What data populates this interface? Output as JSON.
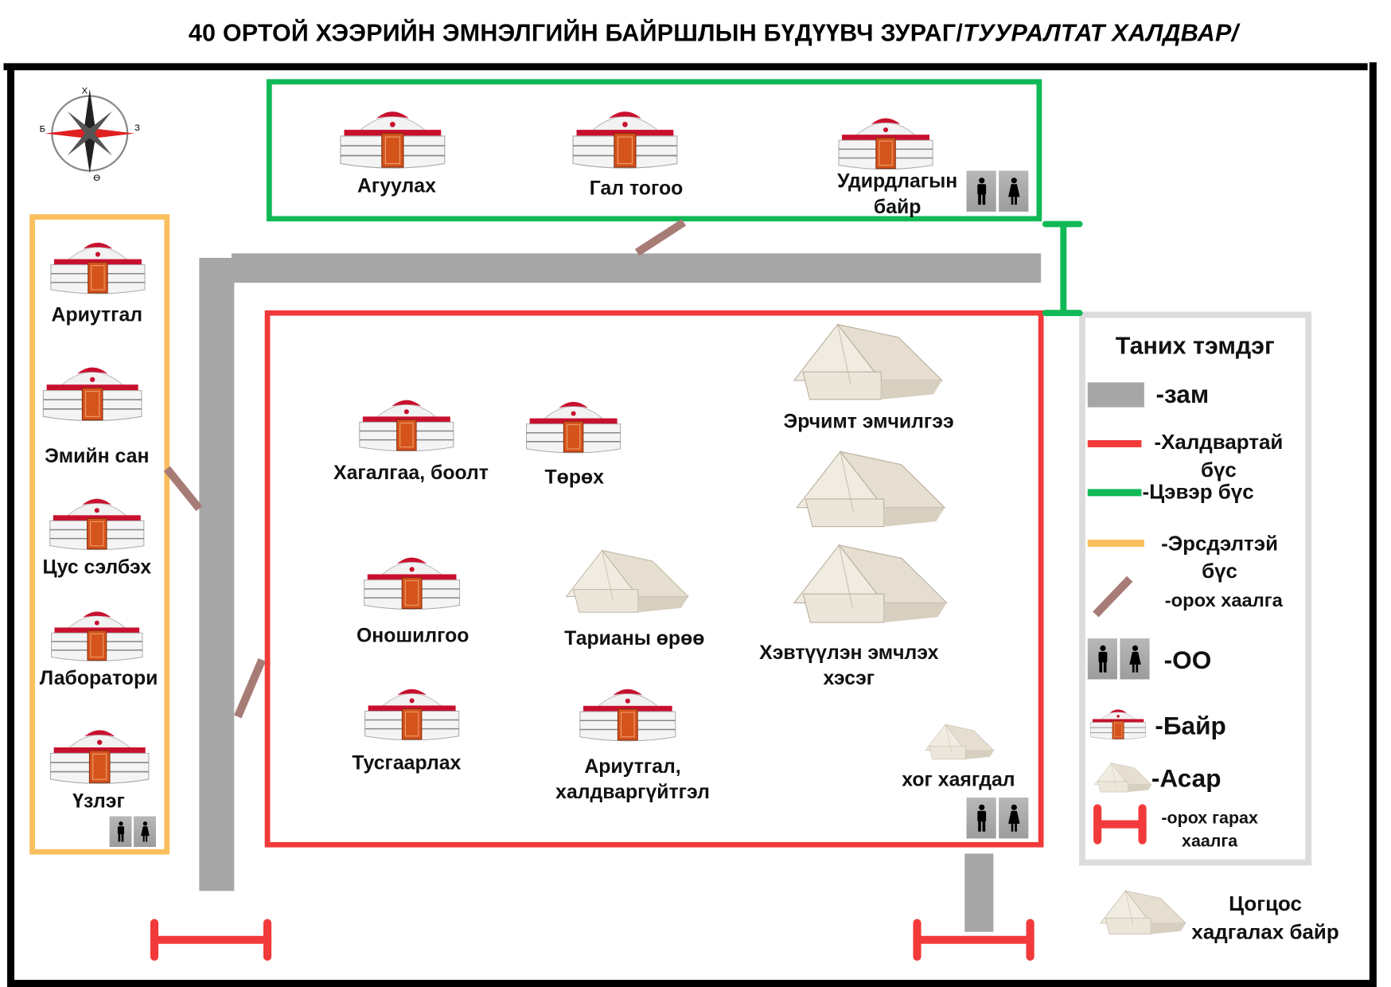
{
  "title": {
    "main": "40 ОРТОЙ ХЭЭРИЙН ЭМНЭЛГИЙН БАЙРШЛЫН БҮДҮҮВЧ ЗУРАГ/",
    "italic": "ТУУРАЛТАТ ХАЛДВАР/"
  },
  "compass": {
    "n": "Х",
    "s": "Ө",
    "w": "Б",
    "e": "З"
  },
  "clean_zone": {
    "buildings": [
      "Агуулах",
      "Гал тогоо",
      "Удирдлагын байр"
    ]
  },
  "risk_zone": {
    "buildings": [
      "Ариутгал",
      "Эмийн сан",
      "Цус сэлбэх",
      "Лаборатори",
      "Үзлэг"
    ]
  },
  "infected_zone": {
    "buildings": [
      "Хагалгаа, боолт",
      "Төрөх",
      "Эрчимт эмчилгээ",
      "Оношилгоо",
      "Тарианы өрөө",
      "Хэвтүүлэн эмчлэх хэсэг",
      "Тусгаарлах",
      "Ариутгал, халдваргүйтгэл",
      "хог хаягдал"
    ]
  },
  "legend": {
    "title": "Таних тэмдэг",
    "road": "-зам",
    "infected": "-Халдвартай бүс",
    "clean": "-Цэвэр бүс",
    "risk": "-Эрсдэлтэй бүс",
    "entry_gate": "-орох хаалга",
    "toilet": "-ОО",
    "building": "-Байр",
    "tent": "-Асар",
    "main_gate": "-орох гарах хаалга"
  },
  "morgue": "Цогцос хадгалах байр",
  "colors": {
    "road": "#a6a6a6",
    "infected": "#f23a3a",
    "clean": "#10b955",
    "risk": "#f9bf5c",
    "gate": "#a87c76"
  }
}
